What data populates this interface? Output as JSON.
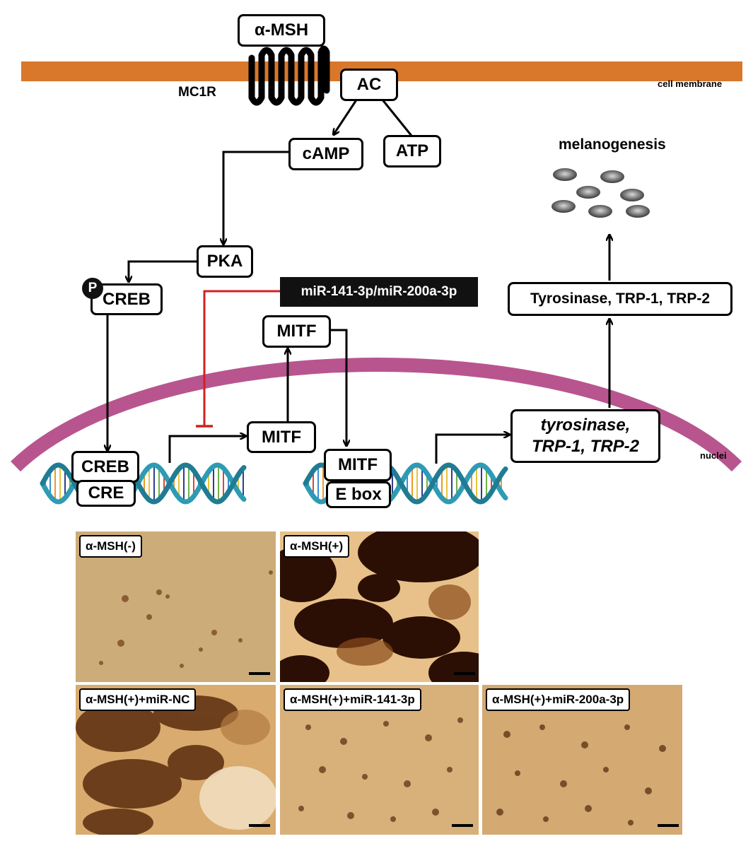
{
  "pathway": {
    "ligand": "α-MSH",
    "receptor": "MC1R",
    "membrane_label": "cell membrane",
    "nuclei_label": "nuclei",
    "ac": "AC",
    "camp": "cAMP",
    "atp": "ATP",
    "pka": "PKA",
    "phospho": "P",
    "creb": "CREB",
    "creb_dna": "CREB",
    "cre": "CRE",
    "mirna": "miR-141-3p/miR-200a-3p",
    "mitf_nuclear": "MITF",
    "mitf_cyto": "MITF",
    "mitf_dna": "MITF",
    "ebox": "E box",
    "genes_line1": "tyrosinase,",
    "genes_line2": "TRP-1, TRP-2",
    "proteins": "Tyrosinase, TRP-1, TRP-2",
    "outcome": "melanogenesis"
  },
  "panels": [
    {
      "label": "α-MSH(-)"
    },
    {
      "label": "α-MSH(+)"
    },
    {
      "label": "α-MSH(+)+miR-NC"
    },
    {
      "label": "α-MSH(+)+miR-141-3p"
    },
    {
      "label": "α-MSH(+)+miR-200a-3p"
    }
  ],
  "colors": {
    "membrane": "#d9772b",
    "nucleus": "#b8558f",
    "inhibition": "#d32020",
    "dna_strand": "#2e9bb5"
  }
}
